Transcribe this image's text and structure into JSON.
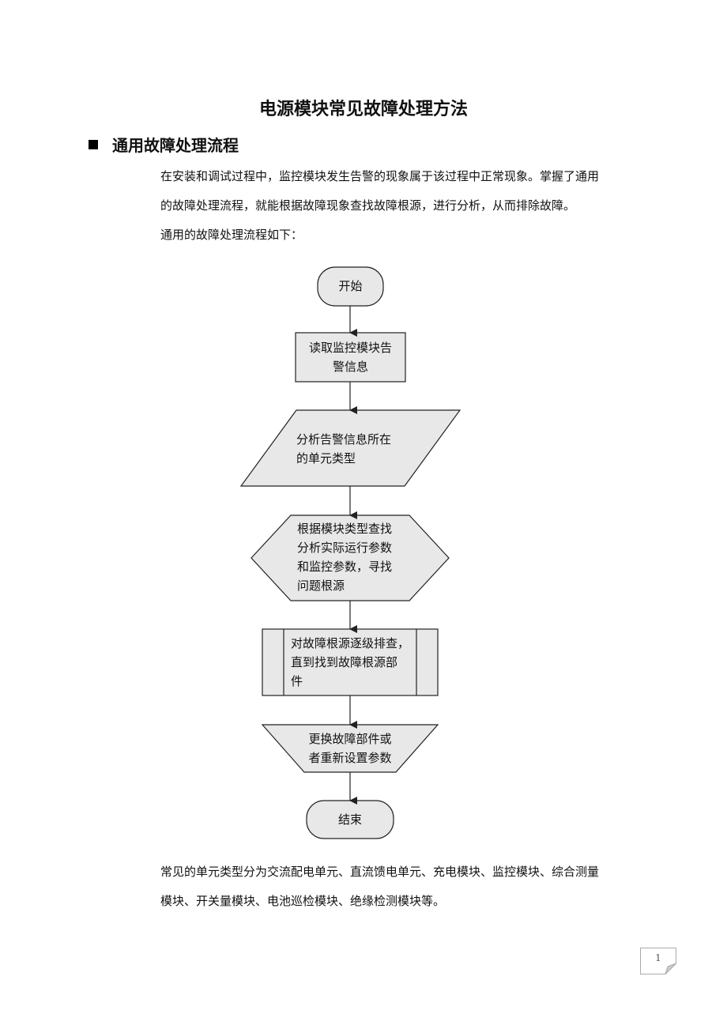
{
  "title": "电源模块常见故障处理方法",
  "section": {
    "heading": "通用故障处理流程"
  },
  "intro": {
    "line1": "在安装和调试过程中，监控模块发生告警的现象属于该过程中正常现象。掌握了通用",
    "line2": "的故障处理流程，就能根据故障现象查找故障根源，进行分析，从而排除故障。",
    "line3": "通用的故障处理流程如下："
  },
  "flowchart": {
    "start": "开始",
    "step1": [
      "读取监控模块告",
      "警信息"
    ],
    "step2": [
      "分析告警信息所在",
      "的单元类型"
    ],
    "step3": [
      "根据模块类型查找",
      "分析实际运行参数",
      "和监控参数，寻找",
      "问题根源"
    ],
    "step4": [
      "对故障根源逐级排查，",
      "直到找到故障根源部",
      "件"
    ],
    "step5": [
      "更换故障部件或",
      "者重新设置参数"
    ],
    "end": "结束"
  },
  "outro": {
    "line1": "常见的单元类型分为交流配电单元、直流馈电单元、充电模块、监控模块、综合测量",
    "line2": "模块、开关量模块、电池巡检模块、绝缘检测模块等。"
  },
  "page_number": "1",
  "colors": {
    "shape_fill": "#e8e8e8",
    "stroke": "#222222"
  }
}
